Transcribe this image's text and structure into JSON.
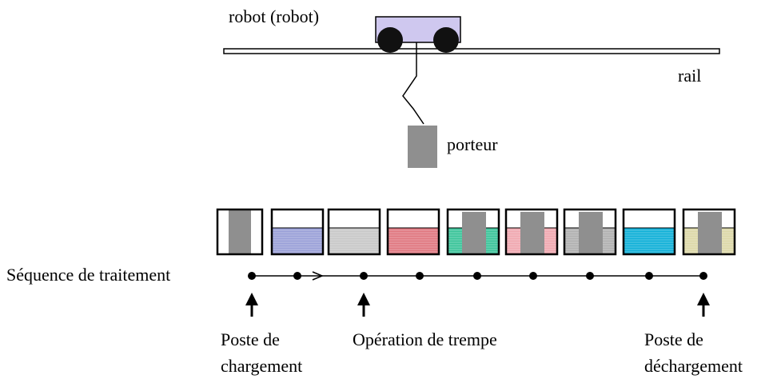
{
  "labels": {
    "robot": "robot (robot)",
    "rail": "rail",
    "carrier": "porteur",
    "sequence": "Séquence de traitement",
    "loading_line1": "Poste de",
    "loading_line2": "chargement",
    "quench": "Opération de trempe",
    "unloading_line1": "Poste de",
    "unloading_line2": "déchargement"
  },
  "tanks": [
    {
      "id": "loading",
      "liquid": null,
      "carrier": "full"
    },
    {
      "id": "tank-blue",
      "liquid": "#9aa0d8",
      "carrier": "none"
    },
    {
      "id": "tank-quench",
      "liquid": "#c8c8c8",
      "carrier": "none"
    },
    {
      "id": "tank-red",
      "liquid": "#e07880",
      "carrier": "none"
    },
    {
      "id": "tank-green",
      "liquid": "#3cc49a",
      "carrier": "dipped"
    },
    {
      "id": "tank-pink",
      "liquid": "#f0a8b0",
      "carrier": "dipped"
    },
    {
      "id": "tank-grey",
      "liquid": "#b0b0b0",
      "carrier": "dipped"
    },
    {
      "id": "tank-cyan",
      "liquid": "#10b0d8",
      "carrier": "none"
    },
    {
      "id": "unloading",
      "liquid": "#dcd8a8",
      "carrier": "dipped"
    }
  ],
  "colors": {
    "robot_body": "#cfc8ef",
    "wheel": "#111111",
    "carrier": "#8f8f8f",
    "line": "#000000"
  }
}
